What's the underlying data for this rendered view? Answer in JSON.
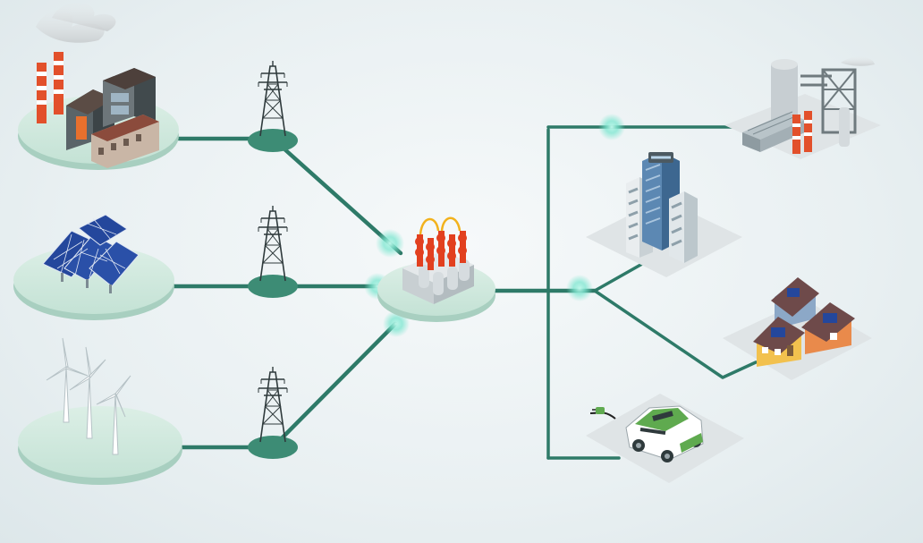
{
  "diagram": {
    "kind": "power-grid-illustration",
    "colors": {
      "background": "#eef3f4",
      "grid_line": "#2e7a68",
      "platform_top": "#cfe6dc",
      "platform_side": "#a8cfc0",
      "tower_base": "#3d8c75",
      "glow": "#7de6d0",
      "chimney_red": "#e2502b",
      "solar_blue": "#24479c",
      "substation_red": "#e2401f",
      "car_green": "#5faa4f"
    },
    "generation_sources": [
      {
        "name": "coal-power-plant",
        "icon": "factory-icon"
      },
      {
        "name": "solar-farm",
        "icon": "solar-panel-icon"
      },
      {
        "name": "wind-farm",
        "icon": "wind-turbine-icon"
      }
    ],
    "transmission": {
      "icon": "transmission-tower-icon",
      "count": 3
    },
    "hub": {
      "name": "substation",
      "icon": "transformer-icon"
    },
    "consumers": [
      {
        "name": "industrial-plant",
        "icon": "industry-icon"
      },
      {
        "name": "office-buildings",
        "icon": "skyscraper-icon"
      },
      {
        "name": "residential-houses",
        "icon": "house-icon"
      },
      {
        "name": "electric-vehicle",
        "icon": "ev-car-icon"
      }
    ]
  }
}
